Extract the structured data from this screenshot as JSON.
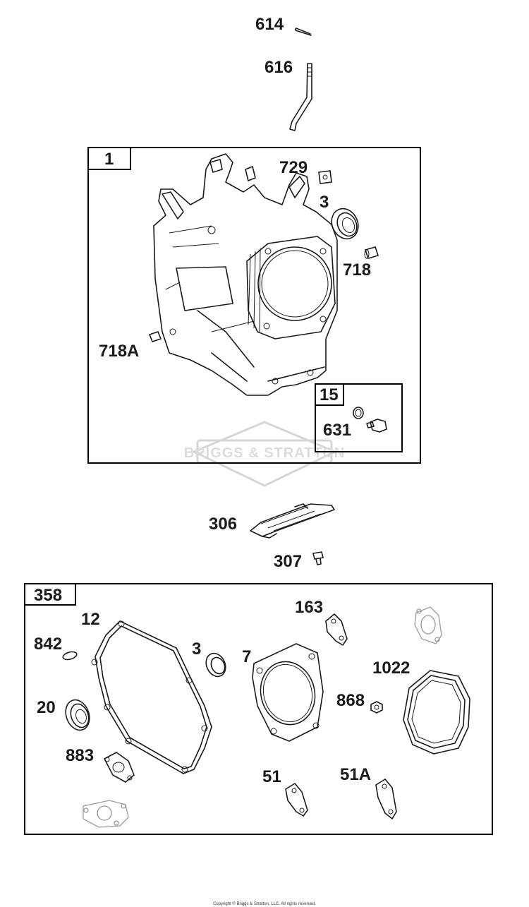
{
  "watermark": {
    "text": "BRIGGS & STRATTON"
  },
  "copyright": "Copyright © Briggs & Stratton, LLC. All rights reserved.",
  "groups": [
    {
      "id": "group-1",
      "label": "1"
    },
    {
      "id": "group-15",
      "label": "15"
    },
    {
      "id": "group-358",
      "label": "358"
    }
  ],
  "parts": {
    "p614": "614",
    "p616": "616",
    "p729": "729",
    "p3a": "3",
    "p718": "718",
    "p718A": "718A",
    "p631": "631",
    "p306": "306",
    "p307": "307",
    "p12": "12",
    "p842": "842",
    "p3b": "3",
    "p7": "7",
    "p163": "163",
    "p1022": "1022",
    "p868": "868",
    "p20": "20",
    "p883": "883",
    "p51": "51",
    "p51A": "51A"
  }
}
